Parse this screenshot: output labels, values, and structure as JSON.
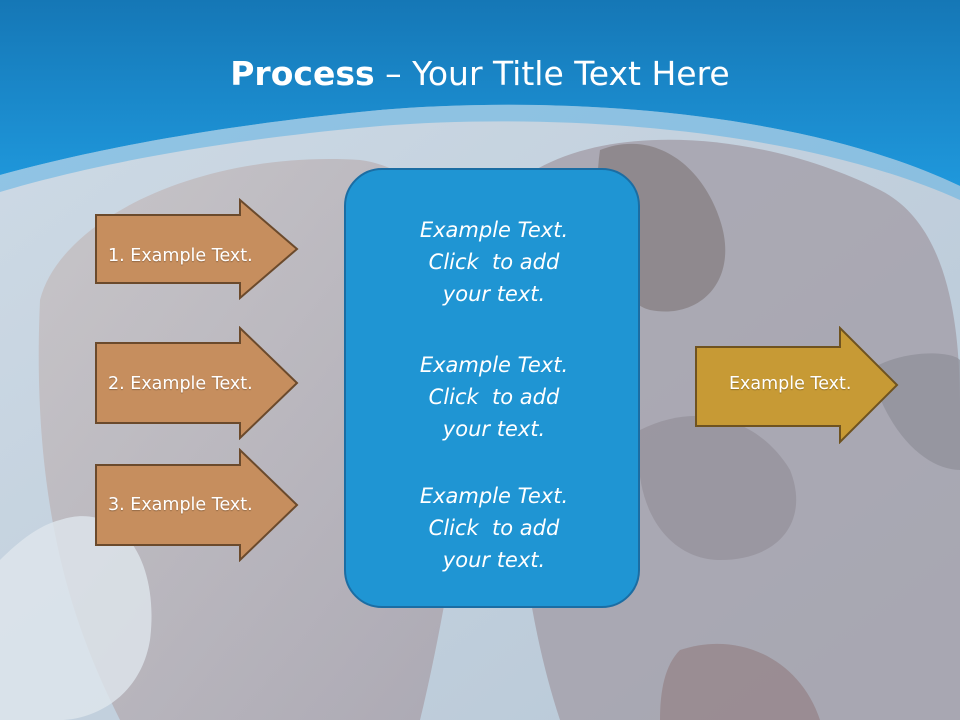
{
  "slide": {
    "title_bold": "Process",
    "title_rest": " – Your Title Text Here",
    "colors": {
      "header_blue": "#1a8ad0",
      "panel_blue": "#1f95d3",
      "panel_border": "#1b6da3",
      "input_arrow": "#c68e5e",
      "input_arrow_border": "#6b4a2c",
      "output_arrow": "#c79a35",
      "output_arrow_border": "#6f5320"
    },
    "inputs": [
      {
        "label": "1. Example Text."
      },
      {
        "label": "2. Example Text."
      },
      {
        "label": "3. Example Text."
      }
    ],
    "center_blocks": [
      {
        "text": "Example Text.\nClick  to add\nyour text."
      },
      {
        "text": "Example Text.\nClick  to add\nyour text."
      },
      {
        "text": "Example Text.\nClick  to add\nyour text."
      }
    ],
    "output": {
      "label": "Example Text."
    }
  }
}
